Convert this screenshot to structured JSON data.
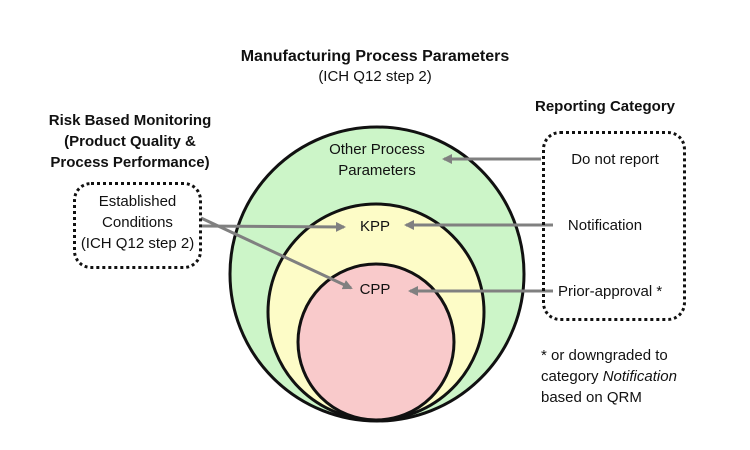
{
  "title": {
    "line1": "Manufacturing Process Parameters",
    "line2": "(ICH Q12 step 2)"
  },
  "left_heading": {
    "line1": "Risk Based Monitoring",
    "line2": "(Product Quality &",
    "line3": "Process Performance)"
  },
  "established_conditions": {
    "line1": "Established",
    "line2": "Conditions",
    "line3": "(ICH Q12 step 2)"
  },
  "circles": {
    "outer_label_line1": "Other Process",
    "outer_label_line2": "Parameters",
    "middle_label": "KPP",
    "inner_label": "CPP"
  },
  "reporting": {
    "heading": "Reporting Category",
    "items": [
      "Do not report",
      "Notification",
      "Prior-approval *"
    ]
  },
  "footnote": {
    "line1": "* or downgraded to",
    "line2_prefix": "category ",
    "line2_emphasis": "Notification",
    "line3": "based on QRM"
  },
  "colors": {
    "outer_fill": "#ccf5c8",
    "middle_fill": "#fdfcc7",
    "inner_fill": "#f9cacb",
    "stroke": "#111111",
    "arrow": "#808080"
  }
}
